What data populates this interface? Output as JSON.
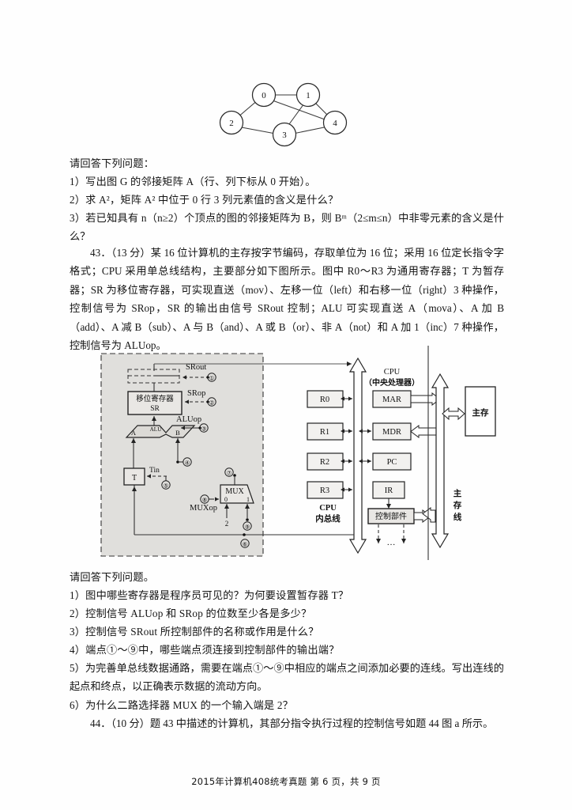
{
  "document": {
    "footer": "2015年计算机408统考真题 第 6 页，共 9 页"
  },
  "figure_graph": {
    "name": "graph-G",
    "nodes": [
      "0",
      "1",
      "2",
      "3",
      "4"
    ],
    "edges": [
      [
        "0",
        "1"
      ],
      [
        "0",
        "2"
      ],
      [
        "0",
        "4"
      ],
      [
        "1",
        "3"
      ],
      [
        "1",
        "4"
      ],
      [
        "2",
        "3"
      ],
      [
        "3",
        "4"
      ]
    ]
  },
  "question_42_tail": {
    "prompt": "请回答下列问题：",
    "items": [
      "1）写出图 G 的邻接矩阵 A（行、列下标从 0 开始）。",
      "2）求 A²，矩阵 A² 中位于 0 行 3 列元素值的含义是什么？",
      "3）若已知具有 n（n≥2）个顶点的图的邻接矩阵为 B，则 Bᵐ（2≤m≤n）中非零元素的含义是什么？"
    ]
  },
  "question_43": {
    "body": "43．（13 分）某 16 位计算机的主存按字节编码，存取单位为 16 位；采用 16 位定长指令字格式；CPU 采用单总线结构，主要部分如下图所示。图中 R0～R3 为通用寄存器；T 为暂存器；SR 为移位寄存器，可实现直送（mov）、左移一位（left）和右移一位（right）3 种操作，控制信号为 SRop，SR 的输出由信号 SRout 控制；ALU 可实现直送 A（mova）、A 加 B（add）、A 减 B（sub）、A 与 B（and）、A 或 B（or）、非 A（not）和 A 加 1（inc）7 种操作，控制信号为 ALUop。",
    "prompt": "请回答下列问题。",
    "items": [
      "1）图中哪些寄存器是程序员可见的？为何要设置暂存器 T？",
      "2）控制信号 ALUop 和 SRop 的位数至少各是多少？",
      "3）控制信号 SRout 所控制部件的名称或作用是什么？",
      "4）端点①～⑨中，哪些端点须连接到控制部件的输出端？",
      "5）为完善单总线数据通路，需要在端点①～⑨中相应的端点之间添加必要的连线。写出连线的起点和终点，以正确表示数据的流动方向。",
      "6）为什么二路选择器 MUX 的一个输入端是 2？"
    ]
  },
  "question_44": {
    "body": "44．（10 分）题 43 中描述的计算机，其部分指令执行过程的控制信号如题 44 图 a 所示。"
  },
  "figure_cpu": {
    "labels": {
      "srout": "SRout",
      "srop": "SRop",
      "shift_reg_cn": "移位寄存器",
      "shift_reg_en": "SR",
      "aluop": "ALUop",
      "alu": "ALU",
      "alu_in_a": "A",
      "alu_in_b": "B",
      "temp_reg": "T",
      "tin": "Tin",
      "mux": "MUX",
      "muxop": "MUXop",
      "mux_in0": "0",
      "mux_in1": "1",
      "mux_const": "2",
      "cpu_title": "CPU",
      "cpu_title_cn": "（中央处理器）",
      "cpu_inner_bus_1": "CPU",
      "cpu_inner_bus_2": "内总线",
      "mem_bus": "主存总线",
      "main_memory": "主存",
      "control_unit": "控制部件",
      "ellipsis": "…"
    },
    "registers": [
      "R0",
      "R1",
      "R2",
      "R3"
    ],
    "special_registers": [
      "MAR",
      "MDR",
      "PC",
      "IR"
    ],
    "endpoints": [
      "①",
      "②",
      "③",
      "④",
      "⑤",
      "⑥",
      "⑦",
      "⑧",
      "⑨"
    ]
  }
}
